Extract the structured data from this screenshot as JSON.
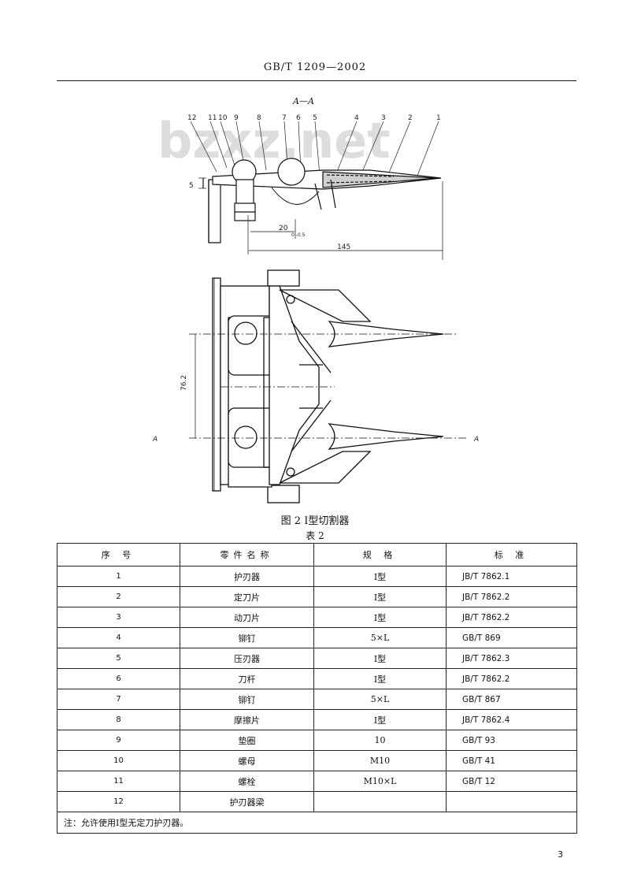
{
  "header": {
    "standard_no": "GB/T 1209—2002"
  },
  "figure": {
    "section_label": "A—A",
    "callouts": [
      "12",
      "11",
      "10",
      "9",
      "8",
      "7",
      "6",
      "5",
      "4",
      "3",
      "2",
      "1"
    ],
    "dims": {
      "thickness": "5",
      "offset": "20",
      "offset_tol": "0 -0.5",
      "length": "145",
      "pitch": "76.2"
    },
    "section_marks": {
      "left": "A",
      "right": "A"
    },
    "watermark": "bzxz.net",
    "caption": "图 2   Ⅰ型切割器"
  },
  "table": {
    "caption": "表 2",
    "headers": [
      "序  号",
      "零件名称",
      "规  格",
      "标  准"
    ],
    "rows": [
      {
        "no": "1",
        "name": "护刃器",
        "spec": "Ⅰ型",
        "std": "JB/T 7862.1"
      },
      {
        "no": "2",
        "name": "定刀片",
        "spec": "Ⅰ型",
        "std": "JB/T 7862.2"
      },
      {
        "no": "3",
        "name": "动刀片",
        "spec": "Ⅰ型",
        "std": "JB/T 7862.2"
      },
      {
        "no": "4",
        "name": "铆钉",
        "spec": "5×L",
        "std": "GB/T 869"
      },
      {
        "no": "5",
        "name": "压刃器",
        "spec": "Ⅰ型",
        "std": "JB/T 7862.3"
      },
      {
        "no": "6",
        "name": "刀杆",
        "spec": "Ⅰ型",
        "std": "JB/T 7862.2"
      },
      {
        "no": "7",
        "name": "铆钉",
        "spec": "5×L",
        "std": "GB/T 867"
      },
      {
        "no": "8",
        "name": "摩擦片",
        "spec": "Ⅰ型",
        "std": "JB/T 7862.4"
      },
      {
        "no": "9",
        "name": "垫圈",
        "spec": "10",
        "std": "GB/T 93"
      },
      {
        "no": "10",
        "name": "螺母",
        "spec": "M10",
        "std": "GB/T 41"
      },
      {
        "no": "11",
        "name": "螺栓",
        "spec": "M10×L",
        "std": "GB/T 12"
      },
      {
        "no": "12",
        "name": "护刃器梁",
        "spec": "",
        "std": ""
      }
    ],
    "note": "注：允许使用Ⅰ型无定刀护刃器。"
  },
  "page_number": "3"
}
